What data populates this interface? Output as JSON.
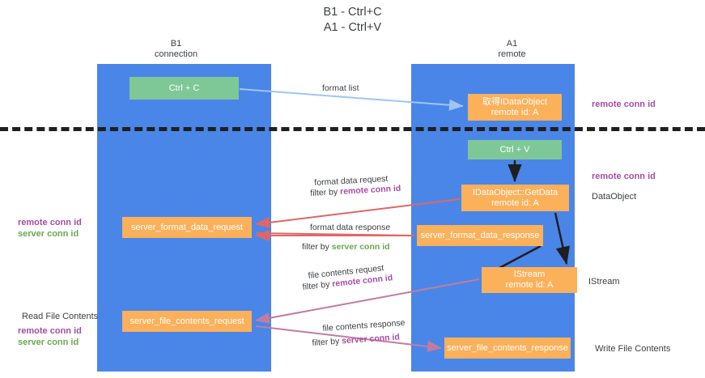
{
  "title": "B1 - Ctrl+C\nA1 - Ctrl+V",
  "lanes": [
    {
      "name": "b1",
      "label": "B1\nconnection"
    },
    {
      "name": "a1",
      "label": "A1\nremote"
    }
  ],
  "nodes": {
    "ctrl_c": "Ctrl + C",
    "dataobject": "取得IDataObject\nremote id: A",
    "ctrl_v": "Ctrl + V",
    "getdata": "IDataObject::GetData\nremote id: A",
    "format_data_request": "server_format_data_request",
    "format_data_response": "server_format_data_response",
    "istream": "IStream\nremote id: A",
    "file_contents_request": "server_file_contents_request",
    "file_contents_response": "server_file_contents_response"
  },
  "edge_labels": {
    "format_list": "format list",
    "format_data_request": "format data request",
    "filter_by": "filter by ",
    "remote_conn_id": "remote conn id",
    "format_data_response": "format data response",
    "server_conn_id": "server conn id",
    "file_contents_request": "file contents request",
    "file_contents_response": "file contents response"
  },
  "annotations": {
    "remote_conn_id": "remote conn id",
    "server_conn_id": "server conn id",
    "dataobject": "DataObject",
    "istream": "IStream",
    "read_file_contents": "Read File Contents",
    "write_file_contents": "Write File Contents"
  },
  "colors": {
    "lane": "#4a86e8",
    "green_node": "#7dc896",
    "orange_node": "#fbb05a",
    "purple_text": "#a64ca6",
    "green_text": "#6aa84f",
    "arrow_blue": "#9fc5f8",
    "arrow_red": "#e06666",
    "arrow_magenta": "#c27ba0",
    "arrow_black": "#1f1f1f",
    "divider": "#1f1f1f"
  }
}
